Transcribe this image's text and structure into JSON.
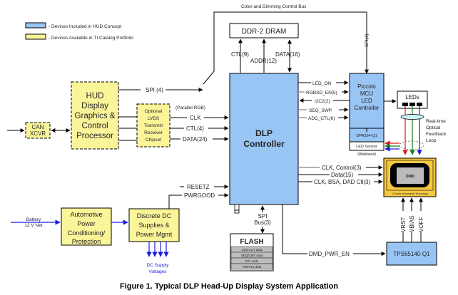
{
  "legend": {
    "included_label": "- Devices Included in HUD Concept",
    "available_label": "- Devices Available in TI Catalog Portfolio",
    "included_color": "#99c5f5",
    "available_color": "#fbf59a"
  },
  "top_bus": {
    "label": "Color and Dimming Control Bus",
    "spi_label": "SPI(4)"
  },
  "blocks": {
    "ddr": "DDR-2 DRAM",
    "hud_processor": [
      "HUD",
      "Display",
      "Graphics &",
      "Control",
      "Processor"
    ],
    "can": [
      "CAN",
      "XCVR"
    ],
    "lvds": [
      "Optional",
      "LVDS",
      "Transmit/",
      "Receiver",
      "Chipset"
    ],
    "dlp": [
      "DLP",
      "Controller"
    ],
    "piccolo": [
      "Piccolo",
      "MCU",
      "LED",
      "Controller"
    ],
    "leds": "LEDs",
    "opa": "OPA354-Q1",
    "led_sensor": "LED Sensor",
    "wideband": "(Wideband)",
    "optical_loop": [
      "Real-time",
      "Optical",
      "Feedback",
      "Loop"
    ],
    "dmd": "DMD",
    "dmd_footer": "A Texas Instruments Technology",
    "tps": "TPS65140-Q1",
    "auto_power": [
      "Automotive",
      "Power",
      "Conditioning/",
      "Protection"
    ],
    "dc_supplies": [
      "Discrete DC",
      "Supplies &",
      "Power Mgmt"
    ],
    "flash": "FLASH",
    "flash_rows": [
      "LSM LUT data",
      "SEQ/CMT data",
      "ICP code",
      "TMP411 data"
    ]
  },
  "signals": {
    "ctl9": "CTL(9)",
    "addr12": "ADDR(12)",
    "data16": "DATA(16)",
    "spi4": "SPI (4)",
    "parallel_rgb": "(Parallel RGB)",
    "clk": "CLK",
    "ctl4": "CTL(4)",
    "data24": "DATA(24)",
    "led_on": "LED_ON",
    "rgbsd_en": "RGBSD_EN(5)",
    "i2c2": "I2C2(2)",
    "seq_swp": "SEQ_SWP",
    "adc_ctl": "ADC_CTL(6)",
    "clk_control": "CLK, Control(3)",
    "data15": "Data(15)",
    "clk_bsa": "CLK, BSA, DAD Ctl(3)",
    "resetz": "RESETZ",
    "pwrgood": "PWRGOOD",
    "spi_bus": [
      "SPI",
      "Bus(3)"
    ],
    "dmd_pwr_en": "DMD_PWR_EN",
    "vrst": "VRST",
    "vbias": "VBIAS",
    "voff": "VOFF",
    "battery": [
      "Battery",
      "12 V Net"
    ],
    "dc_supply_voltages": [
      "DC Supply",
      "Voltages"
    ]
  },
  "caption": "Figure 1. Typical DLP Head-Up Display System Application"
}
